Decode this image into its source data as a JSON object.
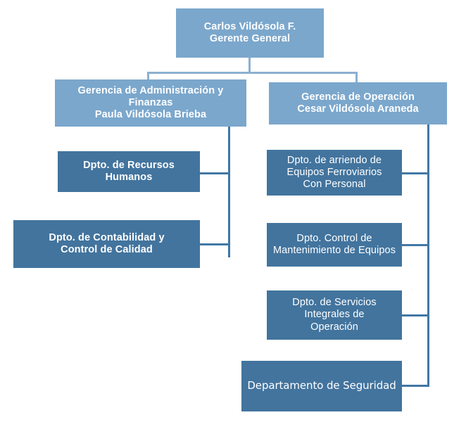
{
  "diagram": {
    "title": "Organigrama",
    "type": "organizational-chart",
    "colors": {
      "executive_box": "#7BA7CC",
      "department_box": "#42749E",
      "connector_light": "#8CB0D0",
      "connector_dark": "#4277A5",
      "text": "#FFFFFF",
      "background": "#FFFFFF"
    }
  },
  "nodes": {
    "ceo": {
      "label": "Carlos Vildósola F.\nGerente General",
      "level": 1,
      "style": "executive"
    },
    "gerencia_admin": {
      "label": "Gerencia de Administración y Finanzas\nPaula Vildósola Brieba",
      "level": 2,
      "style": "executive"
    },
    "gerencia_operacion": {
      "label": "Gerencia de Operación\nCesar Vildósola Araneda",
      "level": 2,
      "style": "executive"
    },
    "dpto_rrhh": {
      "label": "Dpto. de Recursos\nHumanos",
      "level": 3,
      "style": "department-bold"
    },
    "dpto_contabilidad": {
      "label": "Dpto. de Contabilidad y\nControl de Calidad",
      "level": 3,
      "style": "department-bold"
    },
    "dpto_arriendo": {
      "label": "Dpto. de arriendo de\nEquipos Ferroviarios\nCon Personal",
      "level": 3,
      "style": "department-plain"
    },
    "dpto_mantenimiento": {
      "label": "Dpto. Control de\nMantenimiento de Equipos",
      "level": 3,
      "style": "department-plain"
    },
    "dpto_servicios": {
      "label": "Dpto. de Servicios\nIntegrales de\nOperación",
      "level": 3,
      "style": "department-plain"
    },
    "dpto_seguridad": {
      "label": "Departamento de  Seguridad",
      "level": 3,
      "style": "department-alt"
    }
  },
  "edges": [
    {
      "from": "ceo",
      "to": "gerencia_admin"
    },
    {
      "from": "ceo",
      "to": "gerencia_operacion"
    },
    {
      "from": "gerencia_admin",
      "to": "dpto_rrhh"
    },
    {
      "from": "gerencia_admin",
      "to": "dpto_contabilidad"
    },
    {
      "from": "gerencia_operacion",
      "to": "dpto_arriendo"
    },
    {
      "from": "gerencia_operacion",
      "to": "dpto_mantenimiento"
    },
    {
      "from": "gerencia_operacion",
      "to": "dpto_servicios"
    },
    {
      "from": "gerencia_operacion",
      "to": "dpto_seguridad"
    }
  ]
}
